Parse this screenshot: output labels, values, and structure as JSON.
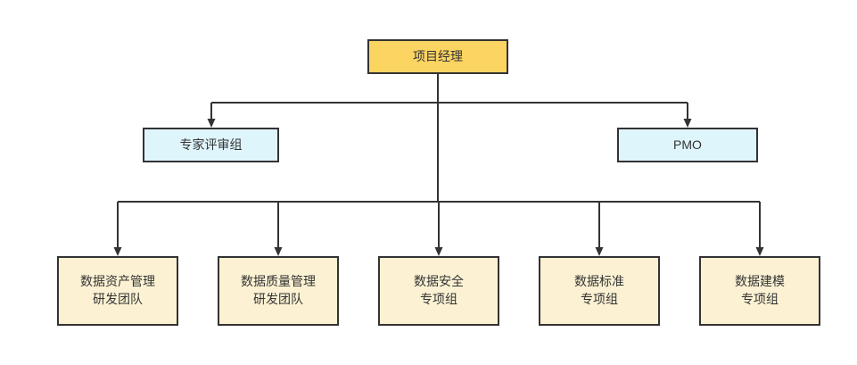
{
  "colors": {
    "background": "#ffffff",
    "root_fill": "#fcd462",
    "level2_fill": "#dff5fc",
    "team_fill": "#fcf2d3",
    "border": "#333333",
    "line": "#333333",
    "text": "#333333"
  },
  "nodes": {
    "project_manager": {
      "label": "项目经理"
    },
    "expert_review": {
      "label": "专家评审组"
    },
    "pmo": {
      "label": "PMO"
    },
    "team_asset": {
      "label": "数据资产管理\n研发团队"
    },
    "team_quality": {
      "label": "数据质量管理\n研发团队"
    },
    "team_security": {
      "label": "数据安全\n专项组"
    },
    "team_standard": {
      "label": "数据标准\n专项组"
    },
    "team_modeling": {
      "label": "数据建模\n专项组"
    }
  }
}
